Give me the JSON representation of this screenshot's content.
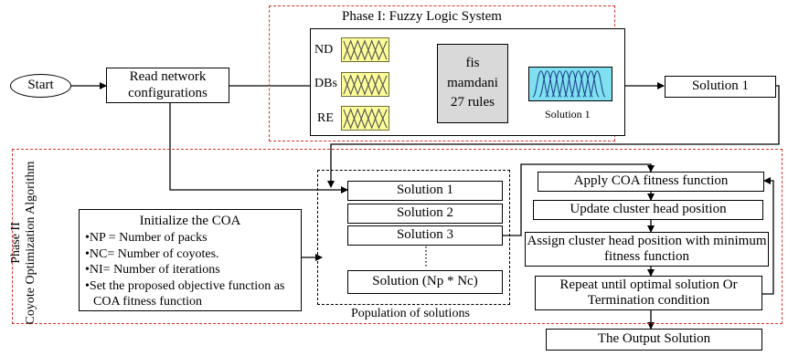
{
  "start": "Start",
  "read_config": "Read network configurations",
  "phase1": {
    "title": "Phase I: Fuzzy Logic System",
    "inputs": [
      "ND",
      "DBs",
      "RE"
    ],
    "fis_lines": [
      "fis",
      "mamdani",
      "27 rules"
    ],
    "output_caption": "Solution 1",
    "solution_box": "Solution 1"
  },
  "phase2": {
    "label_line1": "Phase II",
    "label_line2": "Coyote Optimization Algorithm",
    "init_title": "Initialize the COA",
    "init_items": [
      "NP = Number of packs",
      "NC= Number of coyotes.",
      "NI= Number of  iterations",
      "Set the proposed objective function as COA fitness function"
    ],
    "population": {
      "items": [
        "Solution 1",
        "Solution 2",
        "Solution 3"
      ],
      "last": "Solution (Np * Nc)",
      "caption": "Population of solutions"
    },
    "steps": [
      "Apply COA fitness function",
      "Update cluster head position",
      "Assign cluster head position with minimum fitness function",
      "Repeat until optimal solution Or Termination condition"
    ],
    "output": "The Output Solution"
  },
  "colors": {
    "phase_border": "#d9342b",
    "mf_fill": "#ffff99",
    "fis_fill": "#d9d9d9",
    "out_fill": "#7fe0ef"
  }
}
